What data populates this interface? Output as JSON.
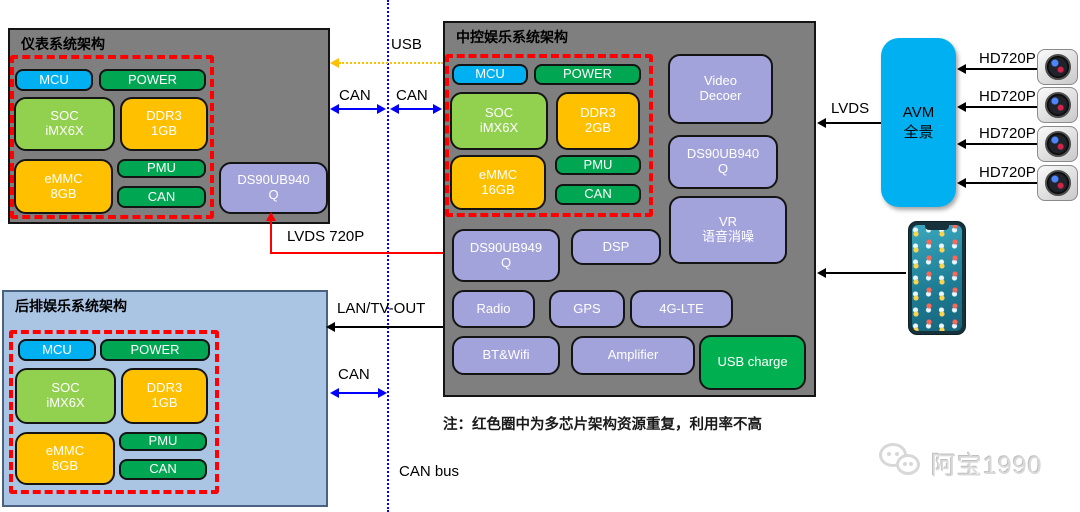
{
  "colors": {
    "box-gray": "#7f7f7f",
    "rear-bg": "#aac4e4",
    "mcu-blue": "#00b0f0",
    "green": "#00a651",
    "soc-green": "#92d050",
    "amber": "#ffc000",
    "purple": "#a3a3db",
    "usb-green": "#00b050",
    "avm-blue": "#00b0f0",
    "red": "#ff0000",
    "blue-line": "#0000ff",
    "orange-dotted": "#ffc000"
  },
  "instrument": {
    "title": "仪表系统架构",
    "mcu": "MCU",
    "power": "POWER",
    "soc": "SOC\niMX6X",
    "ddr3": "DDR3\n1GB",
    "emmc": "eMMC\n8GB",
    "pmu": "PMU",
    "can": "CAN",
    "serdes": "DS90UB940\nQ"
  },
  "center": {
    "title": "中控娱乐系统架构",
    "mcu": "MCU",
    "power": "POWER",
    "soc": "SOC\niMX6X",
    "ddr3": "DDR3\n2GB",
    "emmc": "eMMC\n16GB",
    "pmu": "PMU",
    "can": "CAN",
    "video_decoder": "Video\nDecoer",
    "serdes940": "DS90UB940\nQ",
    "vr": "VR\n语音消噪",
    "serdes949": "DS90UB949\nQ",
    "dsp": "DSP",
    "radio": "Radio",
    "gps": "GPS",
    "lte": "4G-LTE",
    "bt_wifi": "BT&Wifi",
    "amplifier": "Amplifier",
    "usb_charge": "USB charge"
  },
  "rear": {
    "title": "后排娱乐系统架构",
    "mcu": "MCU",
    "power": "POWER",
    "soc": "SOC\niMX6X",
    "ddr3": "DDR3\n1GB",
    "emmc": "eMMC\n8GB",
    "pmu": "PMU",
    "can": "CAN"
  },
  "avm": {
    "label": "AVM\n全景"
  },
  "cameras": {
    "labels": [
      "HD720P",
      "HD720P",
      "HD720P",
      "HD720P"
    ]
  },
  "links": {
    "usb": "USB",
    "can_left": "CAN",
    "can_right": "CAN",
    "lvds_720p": "LVDS 720P",
    "lan_tv_out": "LAN/TV-OUT",
    "can_rear": "CAN",
    "can_bus": "CAN bus",
    "lvds": "LVDS"
  },
  "note": "注：红色圈中为多芯片架构资源重复，利用率不高",
  "watermark": "阿宝1990"
}
